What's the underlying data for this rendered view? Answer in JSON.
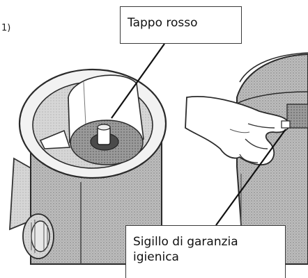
{
  "figure": {
    "step_number": "1)",
    "callouts": {
      "top": "Tappo rosso",
      "bottom_line1": "Sigillo di garanzia",
      "bottom_line2": "igienica"
    }
  }
}
